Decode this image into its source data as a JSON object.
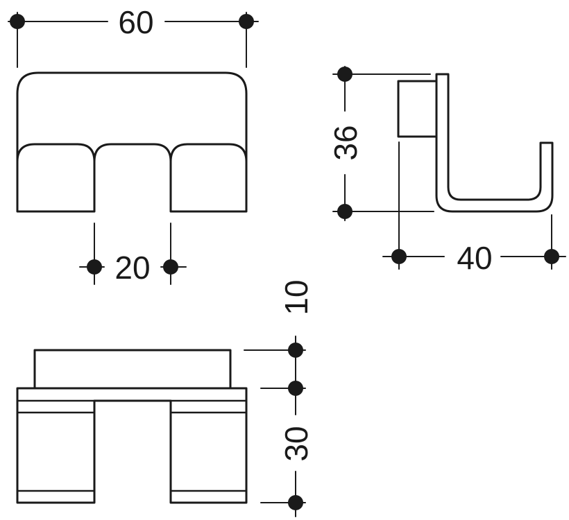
{
  "dimensions": {
    "front_width": "60",
    "gap_width": "20",
    "side_height": "36",
    "side_depth": "40",
    "top_plate": "10",
    "top_depth": "30"
  },
  "colors": {
    "line": "#1a1a1a",
    "background": "#ffffff"
  }
}
